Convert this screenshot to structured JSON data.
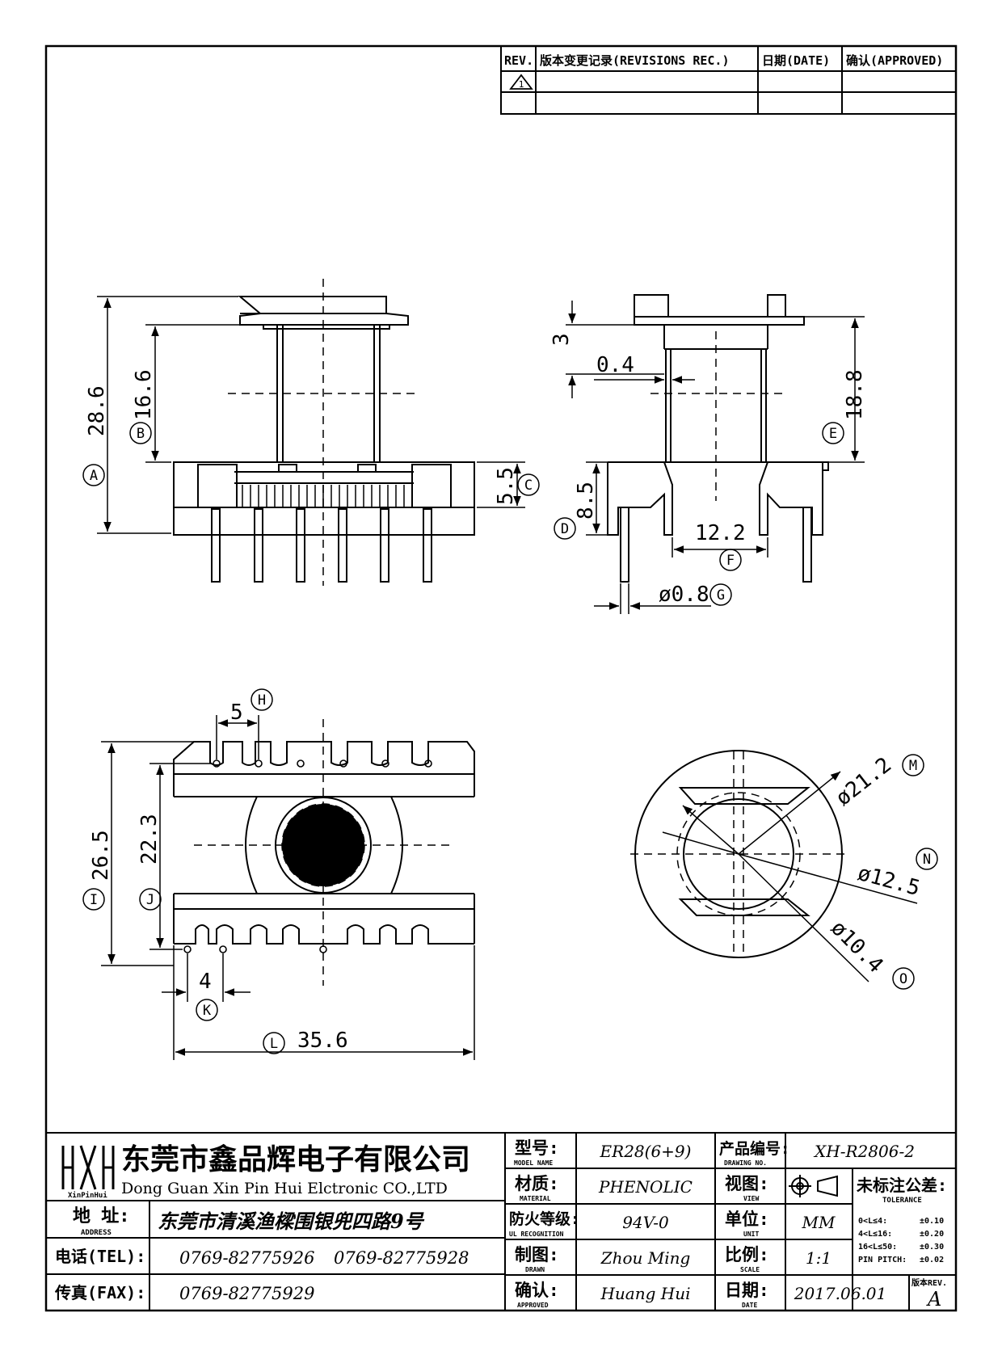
{
  "revision_table": {
    "headers": [
      "REV.",
      "版本变更记录(REVISIONS REC.)",
      "日期(DATE)",
      "确认(APPROVED)"
    ],
    "rows": [
      [
        "1",
        "",
        "",
        ""
      ],
      [
        "",
        "",
        "",
        ""
      ]
    ]
  },
  "dimensions": {
    "A": "28.6",
    "B": "16.6",
    "C": "5.5",
    "D": "8.5",
    "E": "18.8",
    "F": "12.2",
    "G": "ø0.8",
    "H": "5",
    "I": "26.5",
    "J": "22.3",
    "K": "4",
    "L": "35.6",
    "M": "ø21.2",
    "N": "ø12.5",
    "O": "ø10.4",
    "top_gap": "3",
    "wall": "0.4"
  },
  "reference_letters": [
    "A",
    "B",
    "C",
    "D",
    "E",
    "F",
    "G",
    "H",
    "I",
    "J",
    "K",
    "L",
    "M",
    "N",
    "O"
  ],
  "title_block": {
    "company_cn": "东莞市鑫品辉电子有限公司",
    "company_en": "Dong Guan Xin Pin Hui Elctronic CO.,LTD",
    "logo_text": "XinPinHui",
    "address_label": "地 址:",
    "address_label_en": "ADDRESS",
    "address": "东莞市清溪渔樑围银兜四路9号",
    "tel_label": "电话(TEL):",
    "tel1": "0769-82775926",
    "tel2": "0769-82775928",
    "fax_label": "传真(FAX):",
    "fax": "0769-82775929",
    "model_label": "型号:",
    "model_label_en": "MODEL NAME",
    "model": "ER28(6+9)",
    "material_label": "材质:",
    "material_label_en": "MATERIAL",
    "material": "PHENOLIC",
    "ul_label": "防火等级:",
    "ul_label_en": "UL RECOGNITION",
    "ul": "94V-0",
    "drawn_label": "制图:",
    "drawn_label_en": "DRAWN",
    "drawn": "Zhou Ming",
    "approved_label": "确认:",
    "approved_label_en": "APPROVED",
    "approved": "Huang Hui",
    "drawing_no_label": "产品编号:",
    "drawing_no_label_en": "DRAWING NO.",
    "drawing_no": "XH-R2806-2",
    "view_label": "视图:",
    "view_label_en": "VIEW",
    "unit_label": "单位:",
    "unit_label_en": "UNIT",
    "unit": "MM",
    "scale_label": "比例:",
    "scale_label_en": "SCALE",
    "scale": "1:1",
    "date_label": "日期:",
    "date_label_en": "DATE",
    "date": "2017.06.01",
    "tolerance_title": "未标注公差:",
    "tolerance_title_en": "TOLERANCE",
    "tolerances": [
      {
        "range": "0<L≤4:",
        "value": "±0.10"
      },
      {
        "range": "4<L≤16:",
        "value": "±0.20"
      },
      {
        "range": "16<L≤50:",
        "value": "±0.30"
      },
      {
        "range": "PIN PITCH:",
        "value": "±0.02"
      }
    ],
    "rev_label": "版本REV.",
    "rev": "A"
  }
}
